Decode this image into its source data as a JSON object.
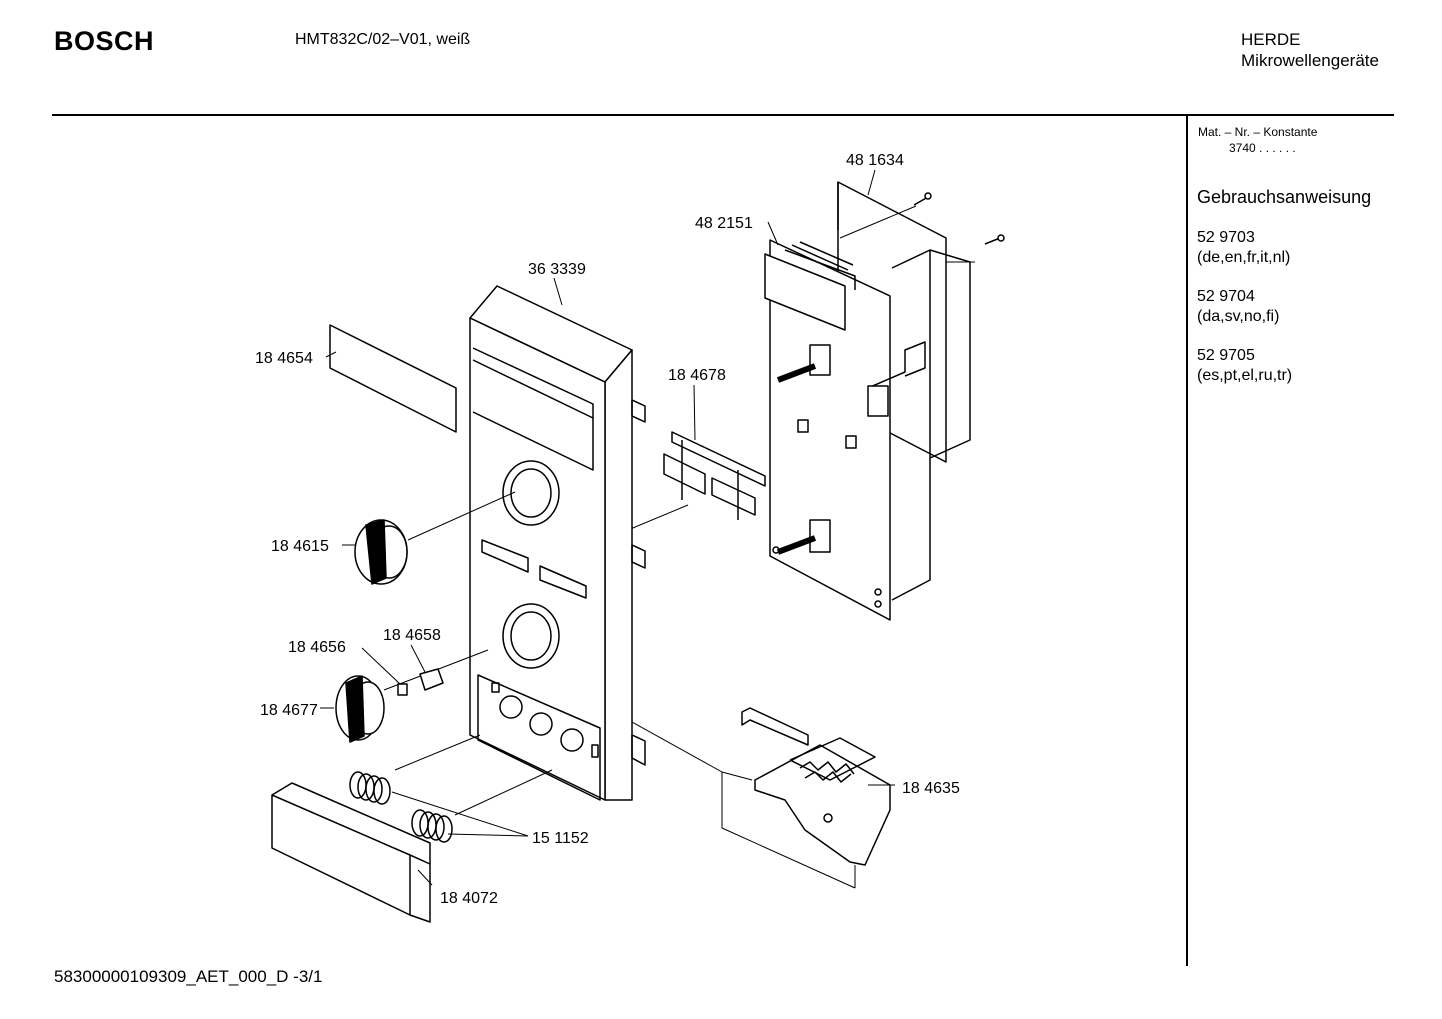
{
  "header": {
    "brand": "BOSCH",
    "model": "HMT832C/02–V01, weiß",
    "category_line1": "HERDE",
    "category_line2": "Mikrowellengeräte"
  },
  "sidebar": {
    "mat_label": "Mat. – Nr. – Konstante",
    "mat_value": "3740 .   .   .   .   .   .",
    "manual_title": "Gebrauchsanweisung",
    "documents": [
      {
        "number": "52 9703",
        "languages": "(de,en,fr,it,nl)"
      },
      {
        "number": "52 9704",
        "languages": "(da,sv,no,fi)"
      },
      {
        "number": "52 9705",
        "languages": "(es,pt,el,ru,tr)"
      }
    ]
  },
  "parts": {
    "p481634": "48 1634",
    "p482151": "48 2151",
    "p363339": "36 3339",
    "p184654": "18 4654",
    "p184678": "18 4678",
    "p184615": "18 4615",
    "p184658": "18 4658",
    "p184656": "18 4656",
    "p184677": "18 4677",
    "p184635": "18 4635",
    "p151152": "15 1152",
    "p184072": "18 4072"
  },
  "footer": {
    "code": "58300000109309_AET_000_D    -3/1"
  }
}
